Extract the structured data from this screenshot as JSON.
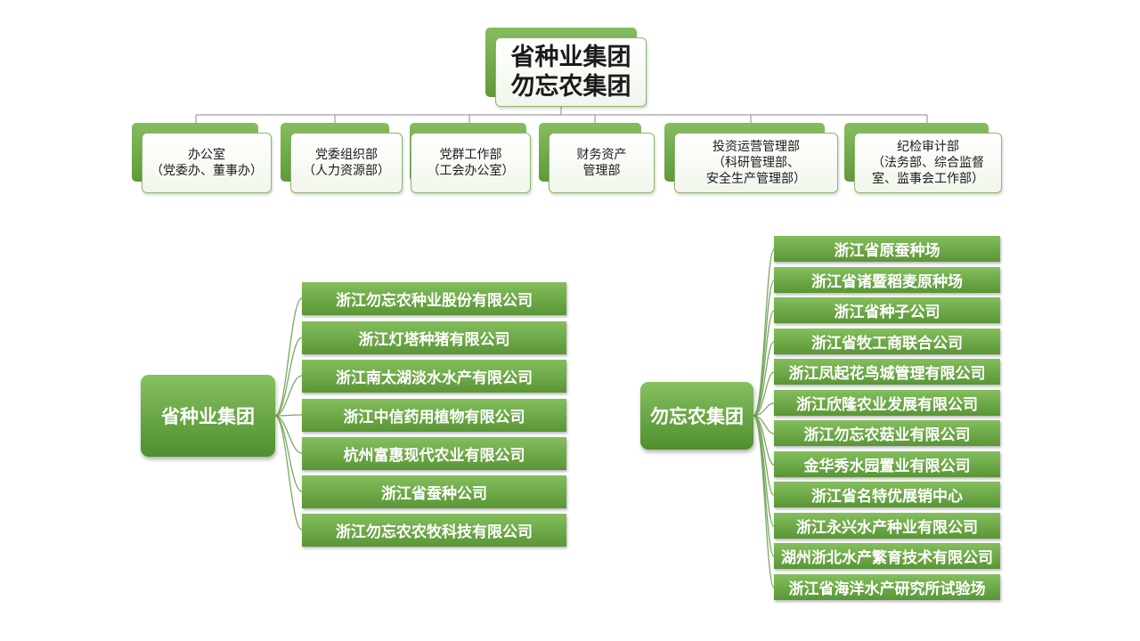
{
  "root": {
    "line1": "省种业集团",
    "line2": "勿忘农集团"
  },
  "departments": [
    {
      "lines": [
        "办公室",
        "（党委办、董事办）"
      ]
    },
    {
      "lines": [
        "党委组织部",
        "（人力资源部）"
      ]
    },
    {
      "lines": [
        "党群工作部",
        "（工会办公室）"
      ]
    },
    {
      "lines": [
        "财务资产",
        "管理部"
      ]
    },
    {
      "lines": [
        "投资运营管理部",
        "（科研管理部、",
        "安全生产管理部）"
      ]
    },
    {
      "lines": [
        "纪检审计部",
        "（法务部、综合监督",
        "室、监事会工作部）"
      ]
    }
  ],
  "left_group": {
    "name": "省种业集团",
    "companies": [
      "浙江勿忘农种业股份有限公司",
      "浙江灯塔种猪有限公司",
      "浙江南太湖淡水水产有限公司",
      "浙江中信药用植物有限公司",
      "杭州富惠现代农业有限公司",
      "浙江省蚕种公司",
      "浙江勿忘农农牧科技有限公司"
    ]
  },
  "right_group": {
    "name": "勿忘农集团",
    "companies": [
      "浙江省原蚕种场",
      "浙江省诸暨稻麦原种场",
      "浙江省种子公司",
      "浙江省牧工商联合公司",
      "浙江凤起花鸟城管理有限公司",
      "浙江欣隆农业发展有限公司",
      "浙江勿忘农菇业有限公司",
      "金华秀水园置业有限公司",
      "浙江省名特优展销中心",
      "浙江永兴水产种业有限公司",
      "湖州浙北水产繁育技术有限公司",
      "浙江省海洋水产研究所试验场"
    ]
  },
  "colors": {
    "green_light": "#86bd5f",
    "green_dark": "#5f9a3a",
    "connector": "#7aa860"
  }
}
